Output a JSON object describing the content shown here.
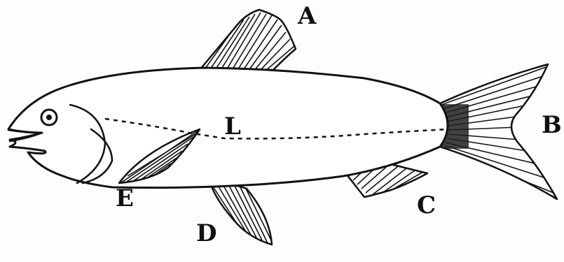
{
  "labels": {
    "A": "A",
    "B": "B",
    "C": "C",
    "D": "D",
    "E": "E",
    "L": "L"
  }
}
